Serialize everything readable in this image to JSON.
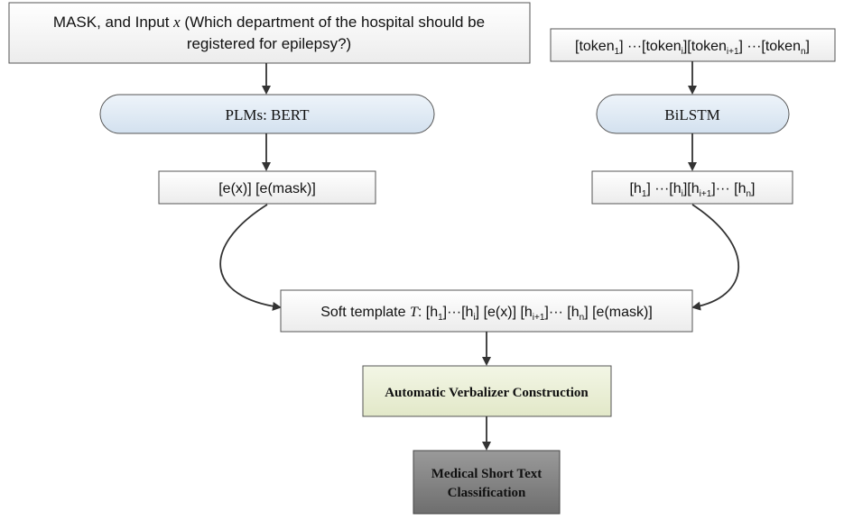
{
  "input_box": {
    "line1_prefix": "MASK, and Input ",
    "var_x": "x",
    "line1_suffix": " (Which department of the hospital should be",
    "line2": "registered for epilepsy?)"
  },
  "tokens_box": {
    "t1": "[token",
    "s1": "1",
    "t2": "] ···[token",
    "s2": "i",
    "t3": "][token",
    "s3": "i+1",
    "t4": "] ···[token",
    "s4": "n",
    "t5": "]"
  },
  "plm_node": {
    "label": "PLMs: BERT"
  },
  "bilstm_node": {
    "label": "BiLSTM"
  },
  "embedding_box": {
    "label": "[e(x)] [e(mask)]"
  },
  "hidden_box": {
    "t1": "[h",
    "s1": "1",
    "t2": "] ···[h",
    "s2": "i",
    "t3": "][h",
    "s3": "i+1",
    "t4": "]··· [h",
    "s4": "n",
    "t5": "]"
  },
  "template_box": {
    "prefix": "Soft template ",
    "var_t": "T",
    "colon": ": ",
    "t1": "[h",
    "s1": "1",
    "t2": "]···[h",
    "s2": "i",
    "t3": "] [e(x)] [h",
    "s3": "i+1",
    "t4": "]··· [h",
    "s4": "n",
    "t5": "] [e(mask)]"
  },
  "verbalizer_box": {
    "label": "Automatic Verbalizer Construction"
  },
  "classification_box": {
    "line1": "Medical Short Text",
    "line2": "Classification"
  },
  "colors": {
    "pill_fill": "#dde8f3",
    "box_fill": "#f4f4f4",
    "verbalizer_fill": "#ebefd9",
    "classification_fill": "#888888",
    "stroke": "#555555"
  }
}
